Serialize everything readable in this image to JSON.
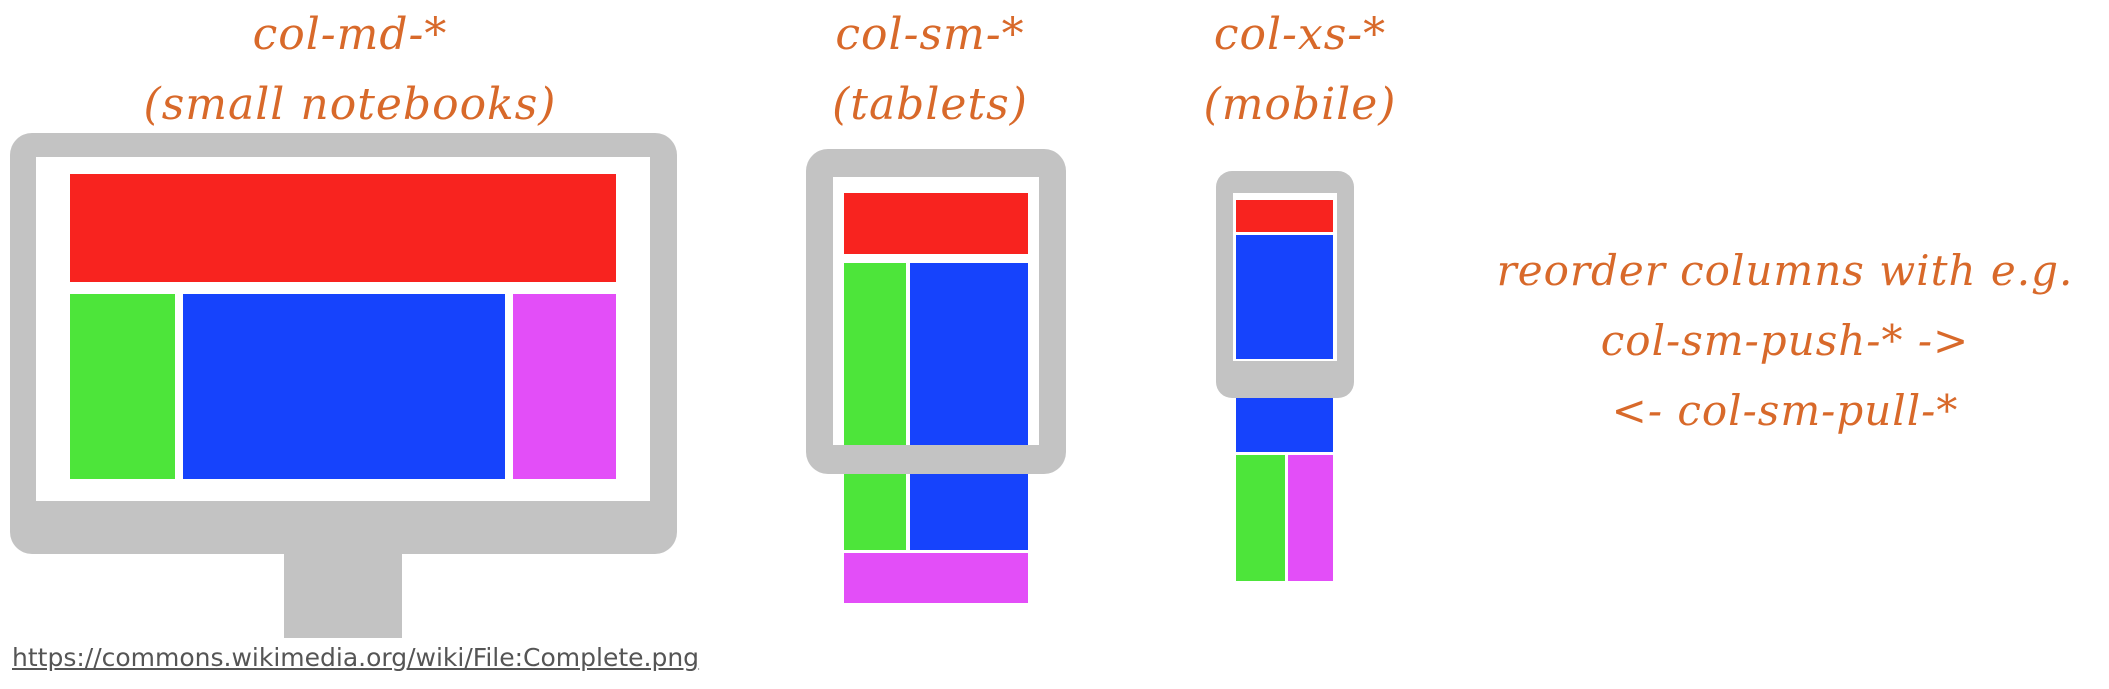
{
  "labels": {
    "md_line1": "col-md-*",
    "md_line2": "(small notebooks)",
    "sm_line1": "col-sm-*",
    "sm_line2": "(tablets)",
    "xs_line1": "col-xs-*",
    "xs_line2": "(mobile)"
  },
  "note": {
    "line1": "reorder columns with e.g.",
    "line2": "col-sm-push-* ->",
    "line3": "<- col-sm-pull-*"
  },
  "source_link": "https://commons.wikimedia.org/wiki/File:Complete.png",
  "colors": {
    "text_orange": "#d8692a",
    "device_gray": "#c3c3c3",
    "red": "#f8231f",
    "green": "#4de53a",
    "blue": "#1643fc",
    "magenta": "#e34ef8"
  }
}
